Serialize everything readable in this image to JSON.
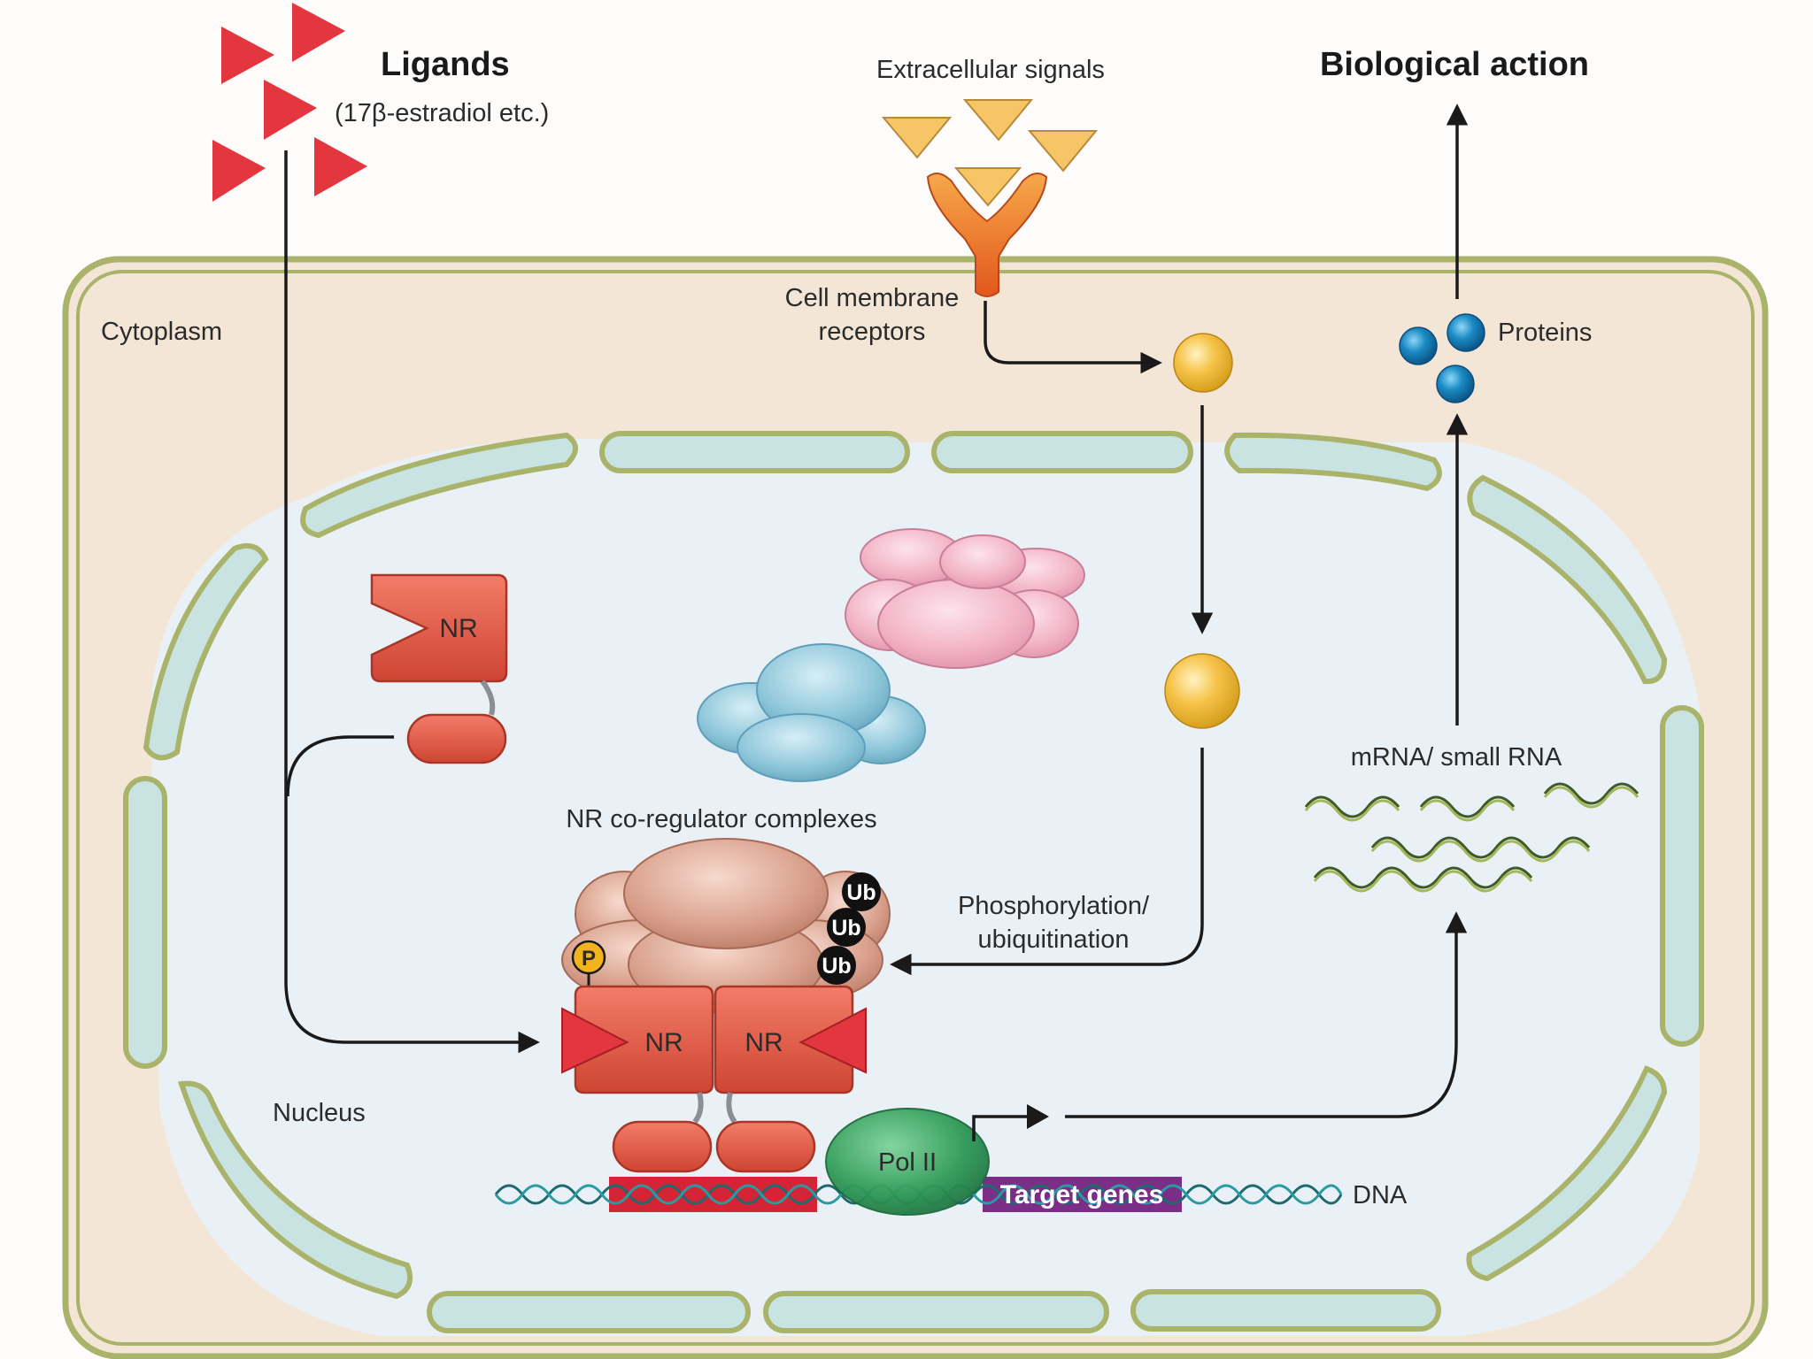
{
  "labels": {
    "ligands": "Ligands",
    "ligands_sub": "(17β-estradiol etc.)",
    "extracellular": "Extracellular signals",
    "biological_action": "Biological action",
    "cytoplasm": "Cytoplasm",
    "cell_membrane_line1": "Cell membrane",
    "cell_membrane_line2": "receptors",
    "proteins": "Proteins",
    "nr": "NR",
    "co_regulator": "NR co-regulator complexes",
    "phospho_line1": "Phosphorylation/",
    "phospho_line2": "ubiquitination",
    "mrna": "mRNA/ small RNA",
    "nucleus": "Nucleus",
    "pol2": "Pol II",
    "target_genes": "Target genes",
    "dna": "DNA",
    "ub": "Ub",
    "p": "P"
  },
  "colors": {
    "cytoplasm": "#f4e6d7",
    "membrane": "#a9b36a",
    "nucleus": "#eaf1f6",
    "envelope_fill": "#c9e2e2",
    "ligand": "#e3363f",
    "signal": "#f6c565",
    "receptor": "#f08a1e",
    "nr_box": "#e8604d",
    "corepressor": "#d9a08c",
    "pink_complex": "#f2b7c9",
    "blue_complex": "#8ec6d9",
    "protein_blue": "#1a8bc4",
    "signal_ball": "#f3c34b",
    "pol2": "#2e9a57",
    "target_genes": "#7a2e86",
    "nr_binding_site": "#d42435",
    "ub": "#111111",
    "p_badge": "#f2b31f"
  }
}
